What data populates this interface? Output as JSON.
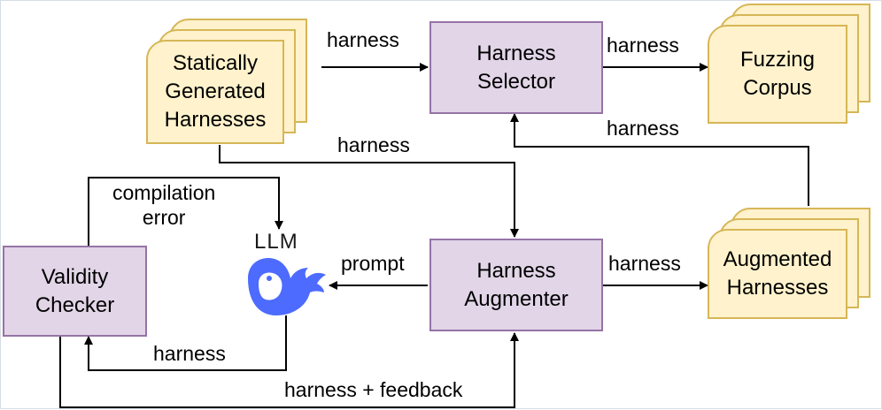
{
  "nodes": {
    "statically_generated": "Statically\nGenerated\nHarnesses",
    "harness_selector": "Harness\nSelector",
    "fuzzing_corpus": "Fuzzing\nCorpus",
    "harness_augmenter": "Harness\nAugmenter",
    "augmented_harnesses": "Augmented\nHarnesses",
    "validity_checker": "Validity\nChecker",
    "llm": "LLM"
  },
  "edges": {
    "static_to_selector": "harness",
    "selector_to_corpus": "harness",
    "augmented_to_selector": "harness",
    "static_to_augmenter": "harness",
    "augmenter_to_llm": "prompt",
    "augmenter_to_augmented": "harness",
    "checker_to_llm": "compilation\nerror",
    "llm_to_checker": "harness",
    "checker_to_augmenter": "harness + feedback"
  },
  "colors": {
    "process_fill": "#e1d5e7",
    "process_border": "#9673a6",
    "document_fill": "#fff2cc",
    "document_border": "#d6b656",
    "llm_icon": "#4d6bfe"
  },
  "icons": {
    "llm": "whale-icon"
  }
}
